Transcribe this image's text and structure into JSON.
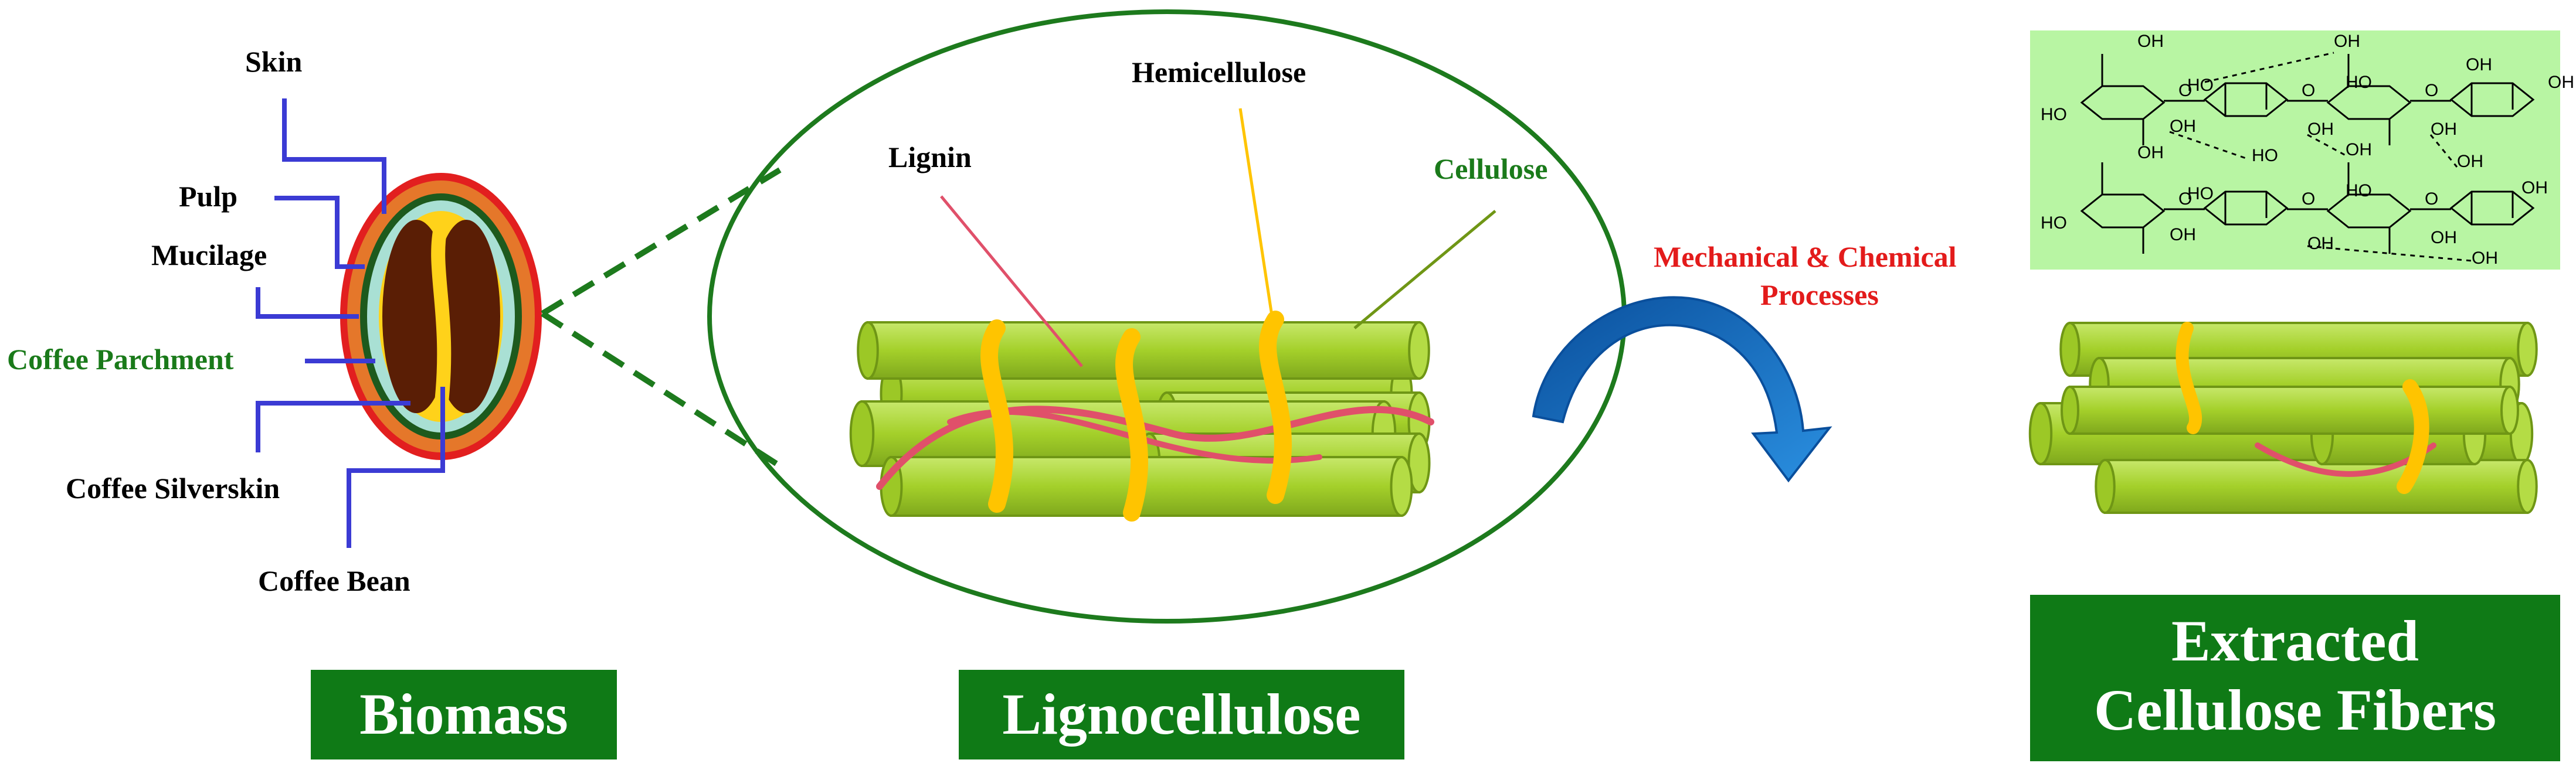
{
  "colors": {
    "box_fill": "#0f7a16",
    "leader_line": "#3b3bd4",
    "fiber_green": "#a4d02a",
    "fiber_dark": "#6f9615",
    "hemicellulose": "#ffc400",
    "lignin": "#e0506a",
    "arrow_blue": "#0e63b6",
    "chem_bg": "#b8f5a3"
  },
  "biomass": {
    "labels": {
      "skin": "Skin",
      "pulp": "Pulp",
      "mucilage": "Mucilage",
      "parchment": "Coffee Parchment",
      "silverskin": "Coffee Silverskin",
      "bean": "Coffee Bean"
    },
    "box_label": "Biomass"
  },
  "lignocellulose": {
    "labels": {
      "lignin": "Lignin",
      "hemicellulose": "Hemicellulose",
      "cellulose": "Cellulose"
    },
    "box_label": "Lignocellulose"
  },
  "process": {
    "line1": "Mechanical & Chemical",
    "line2": "Processes"
  },
  "extracted": {
    "box_line1": "Extracted",
    "box_line2": "Cellulose Fibers"
  },
  "chem_labels": {
    "oh": "OH",
    "ho": "HO",
    "o": "O"
  }
}
